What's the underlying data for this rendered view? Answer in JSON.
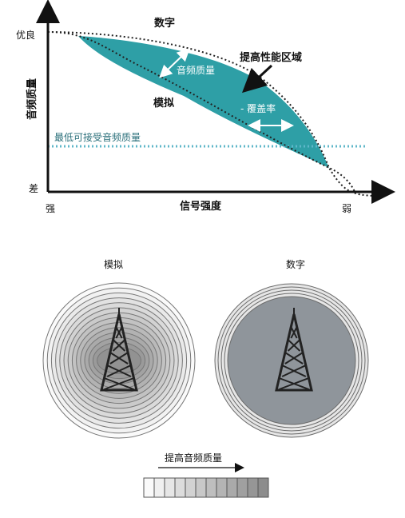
{
  "graph": {
    "y_axis_label": "音频质量",
    "y_top_label": "优良",
    "y_bottom_label": "差",
    "x_axis_label": "信号强度",
    "x_left_label": "强",
    "x_right_label": "弱",
    "digital_curve_label": "数字",
    "analog_curve_label": "模拟",
    "region_label": "提高性能区域",
    "audio_quality_arrow_label": "音频质量",
    "coverage_label": "- 覆盖率",
    "threshold_label": "最低可接受音频质量",
    "region_color": "#2e9fa6"
  },
  "coverage": {
    "analog_title": "模拟",
    "digital_title": "数字"
  },
  "scale": {
    "label": "提高音频质量",
    "steps": 12
  }
}
